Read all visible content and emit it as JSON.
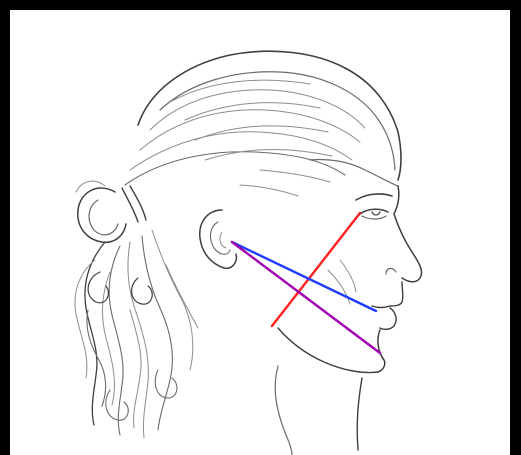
{
  "figure": {
    "subject": "pencil-sketch-head-profile-right-facing",
    "background_color": "#ffffff",
    "border_color": "#000000",
    "sketch_color": "#3f3f3f"
  },
  "lines": [
    {
      "id": "red-line",
      "from": "chin-jaw",
      "to": "eye-corner",
      "color": "#ff2020"
    },
    {
      "id": "blue-line",
      "from": "ear-front",
      "to": "mouth-corner",
      "color": "#1f3dff"
    },
    {
      "id": "purple-line",
      "from": "ear-front",
      "to": "chin",
      "color": "#a000b0"
    }
  ]
}
